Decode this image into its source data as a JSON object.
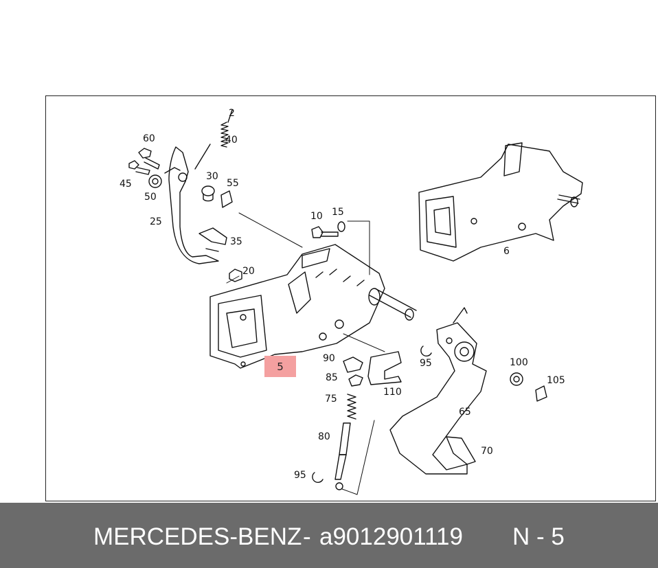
{
  "diagram": {
    "labels": {
      "p2": "2",
      "p40": "40",
      "p60": "60",
      "p45": "45",
      "p50": "50",
      "p30": "30",
      "p55": "55",
      "p25": "25",
      "p35": "35",
      "p10": "10",
      "p15": "15",
      "p20": "20",
      "p6": "6",
      "p90": "90",
      "p85": "85",
      "p75": "75",
      "p80": "80",
      "p95a": "95",
      "p95b": "95",
      "p110": "110",
      "p100": "100",
      "p105": "105",
      "p65": "65",
      "p70": "70"
    },
    "highlighted_part": "5",
    "highlight_color": "#f4a0a0"
  },
  "footer": {
    "brand": "MERCEDES-BENZ",
    "separator": "-",
    "part_number": "a9012901119",
    "position": "N - 5",
    "background": "#6b6b6b"
  }
}
